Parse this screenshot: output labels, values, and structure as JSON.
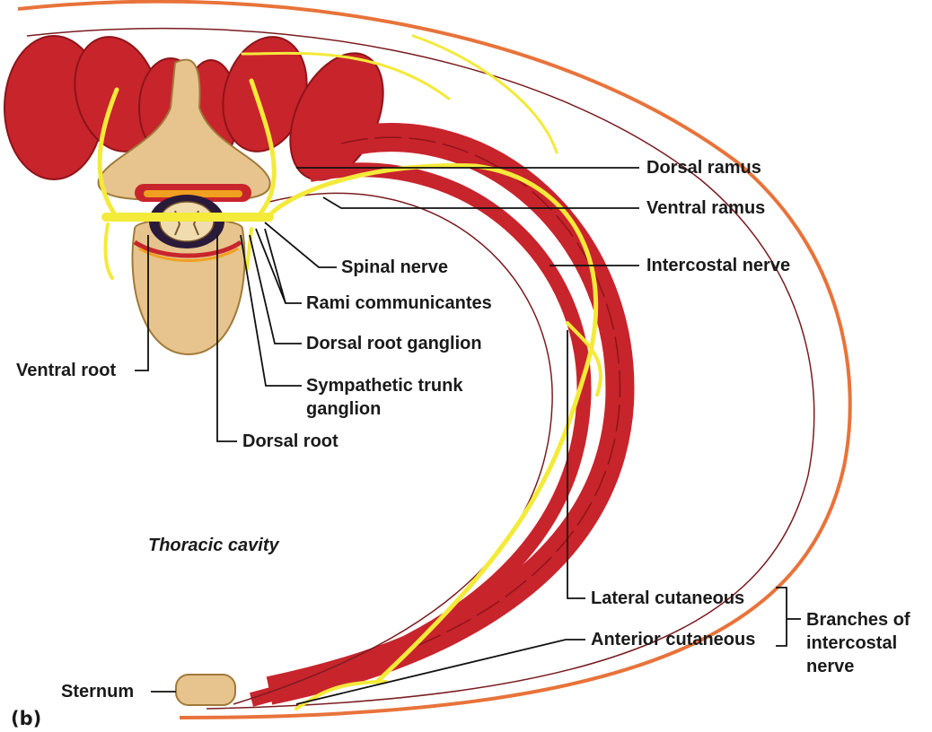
{
  "labels": {
    "dorsal_ramus": "Dorsal ramus",
    "ventral_ramus": "Ventral ramus",
    "intercostal_nerve": "Intercostal nerve",
    "spinal_nerve": "Spinal nerve",
    "rami_communicantes": "Rami communicantes",
    "dorsal_root_ganglion": "Dorsal root ganglion",
    "sympathetic_trunk_ganglion_line1": "Sympathetic trunk",
    "sympathetic_trunk_ganglion_line2": "ganglion",
    "ventral_root": "Ventral root",
    "dorsal_root": "Dorsal root",
    "thoracic_cavity": "Thoracic cavity",
    "lateral_cutaneous": "Lateral cutaneous",
    "anterior_cutaneous": "Anterior cutaneous",
    "branches_line1": "Branches of",
    "branches_line2": "intercostal",
    "branches_line3": "nerve",
    "sternum": "Sternum",
    "panel_letter": "(b)"
  },
  "colors": {
    "muscle": "#c8242c",
    "muscle_dark": "#8e1418",
    "nerve": "#f3ea3a",
    "bone": "#e7c48d",
    "bone_light": "#f1dcb0",
    "skin_line": "#e8733a",
    "membrane": "#7a1c20",
    "leader": "#111111"
  }
}
